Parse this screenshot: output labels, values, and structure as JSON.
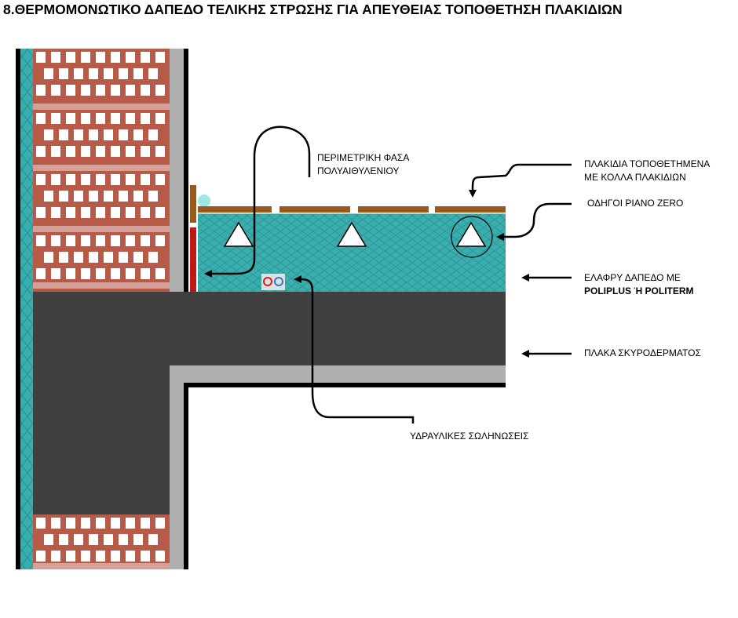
{
  "title": "8.ΘΕΡΜΟΜΟΝΩΤΙΚΟ ΔΑΠΕΔΟ ΤΕΛΙΚΗΣ ΣΤΡΩΣΗΣ ΓΙΑ ΑΠΕΥΘΕΙΑΣ ΤΟΠΟΘΕΤΗΣΗ ΠΛΑΚΙΔΙΩΝ",
  "labels": {
    "perimeter_strip": [
      "ΠΕΡΙΜΕΤΡΙΚΗ ΦΑΣΑ",
      "ΠΟΛΥΑΙΘΥΛΕΝΙΟΥ"
    ],
    "tiles": [
      "ΠΛΑΚΙΔΙΑ ΤΟΠΟΘΕΤΗΜΕΝΑ",
      "ΜΕ ΚΟΛΛΑ ΠΛΑΚΙΔΙΩΝ"
    ],
    "guides": "ΟΔΗΓΟΙ PIANO ZERO",
    "light_floor": [
      "ΕΛΑΦΡΥ ΔΑΠΕΔΟ ΜΕ",
      "POLIPLUS Ή POLITERM"
    ],
    "slab": "ΠΛΑΚΑ ΣΚΥΡΟΔΕΡΜΑΤΟΣ",
    "plumbing": "ΥΔΡΑΥΛΙΚΕΣ ΣΩΛΗΝΩΣΕΙΣ"
  },
  "colors": {
    "brick": "#b85a48",
    "mortar": "#d4a098",
    "insulation": "#3aaeae",
    "concrete": "#404040",
    "plaster": "#b0b0b0",
    "tile": "#9a5a1c",
    "strip_red": "#c01818",
    "pipe_hot": "#d02020",
    "pipe_cold": "#2080d0"
  },
  "icons": {
    "guide_marker": "triangle-icon",
    "pipes": "pipe-pair-icon"
  }
}
